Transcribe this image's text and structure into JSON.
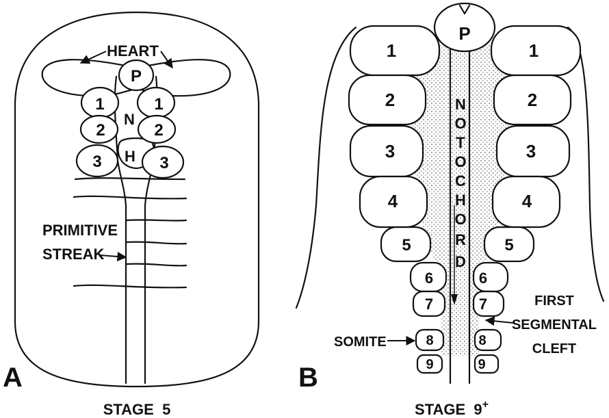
{
  "panel_a": {
    "letter": "A",
    "stage": "STAGE  5",
    "heart": "HEART",
    "prechordal": "P",
    "node": "N",
    "headfold": "H",
    "primitive_1": "PRIMITIVE",
    "primitive_2": "STREAK",
    "somites": [
      "1",
      "2",
      "3"
    ]
  },
  "panel_b": {
    "letter": "B",
    "stage": "STAGE  9",
    "stage_sup": "+",
    "prechordal": "P",
    "notochord_letters": [
      "N",
      "O",
      "T",
      "O",
      "C",
      "H",
      "O",
      "R",
      "D"
    ],
    "somite_label": "SOMITE",
    "cleft_1": "FIRST",
    "cleft_2": "SEGMENTAL",
    "cleft_3": "CLEFT",
    "somites": [
      "1",
      "2",
      "3",
      "4",
      "5",
      "6",
      "7",
      "8",
      "9"
    ]
  },
  "colors": {
    "ink": "#111111",
    "paper": "#ffffff"
  }
}
